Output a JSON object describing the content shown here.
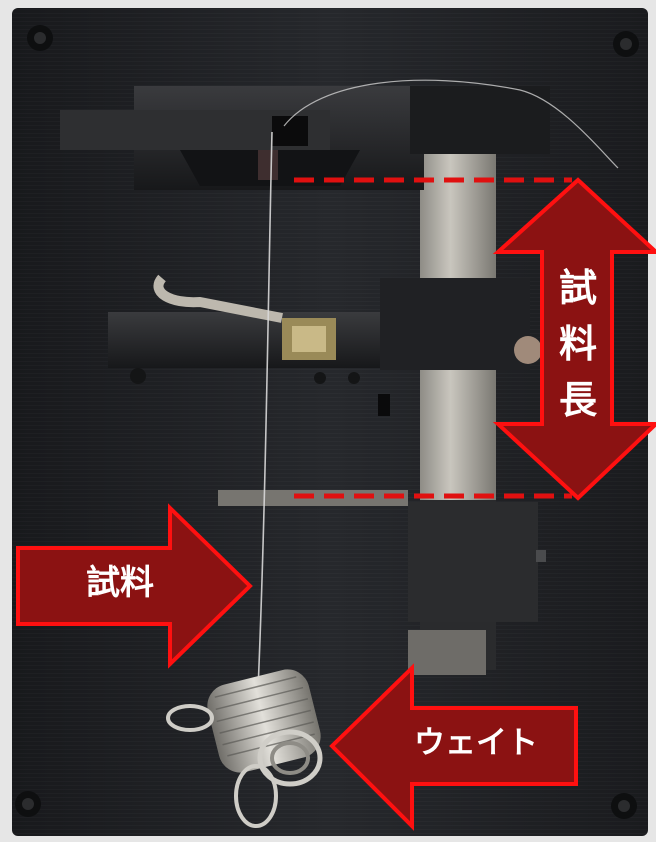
{
  "annotations": {
    "sample_label": "試料",
    "weight_label": "ウェイト",
    "sample_length_label": [
      "試",
      "料",
      "長"
    ]
  },
  "colors": {
    "arrow_fill": "#8b1212",
    "arrow_outline": "#ff1010",
    "dashed_line": "#e01010",
    "panel": "#1e2024",
    "frame": "#e6e6e6"
  },
  "icons": {
    "sample_arrow": "right-arrow-icon",
    "weight_arrow": "left-arrow-icon",
    "length_arrow": "vertical-double-arrow-icon"
  }
}
